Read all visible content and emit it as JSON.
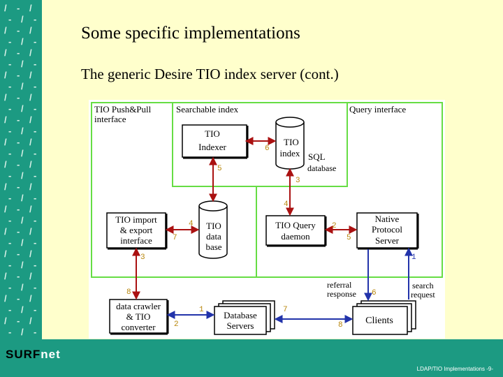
{
  "title": "Some specific implementations",
  "subtitle": "The generic Desire TIO index server (cont.)",
  "footer": {
    "logo_main": "SURF",
    "logo_net": "net",
    "page_label": "LDAP/TIO Implementations -9-"
  },
  "diagram": {
    "regions": {
      "push_pull": [
        "TIO Push&Pull",
        "interface"
      ],
      "searchable_index": "Searchable index",
      "query_interface": "Query interface"
    },
    "nodes": {
      "indexer": [
        "TIO",
        "Indexer"
      ],
      "tio_index": [
        "TIO",
        "index"
      ],
      "sql_db": [
        "SQL",
        "database"
      ],
      "import_export": [
        "TIO import",
        "& export",
        "interface"
      ],
      "tio_database": [
        "TIO",
        "data",
        "base"
      ],
      "query_daemon": [
        "TIO Query",
        "daemon"
      ],
      "native_server": [
        "Native",
        "Protocol",
        "Server"
      ],
      "crawler": [
        "data crawler",
        "& TIO",
        "converter"
      ],
      "db_servers": [
        "Database",
        "Servers"
      ],
      "clients": "Clients"
    },
    "edge_labels": {
      "referral_response": [
        "referral",
        "response"
      ],
      "search_request": [
        "search",
        "request"
      ]
    },
    "numbers": {
      "n6_indexer": "6",
      "n5_indexer": "5",
      "n3_index": "3",
      "n4_daemon_top": "4",
      "n4_import": "4",
      "n7_import": "7",
      "n3_import": "3",
      "n2_daemon": "2",
      "n5_daemon": "5",
      "n1_native": "1",
      "n8_crawler": "8",
      "n1_servers": "1",
      "n2_servers": "2",
      "n7_servers": "7",
      "n8_clients": "8",
      "n6_clients": "6"
    },
    "colors": {
      "region_border": "#66dd44",
      "red_arrow": "#aa1111",
      "blue_arrow": "#2233aa",
      "number_gold": "#b8860b"
    }
  }
}
